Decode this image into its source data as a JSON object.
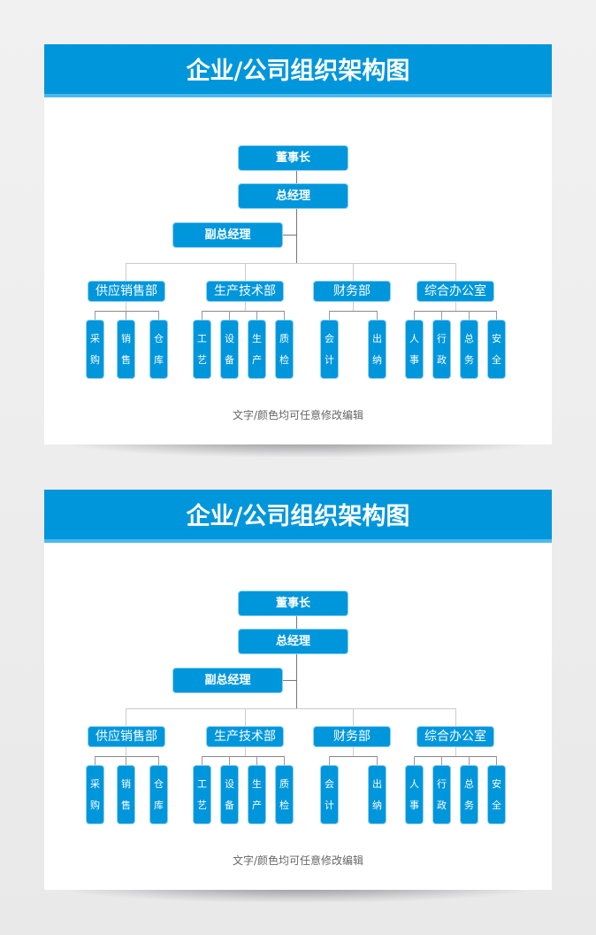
{
  "title": "企业/公司组织架构图",
  "chairman": "董事长",
  "gm": "总经理",
  "vgm": "副总经理",
  "departments": [
    {
      "name": "供应销售部",
      "units": [
        [
          "采",
          "购"
        ],
        [
          "销",
          "售"
        ],
        [
          "仓",
          "库"
        ]
      ]
    },
    {
      "name": "生产技术部",
      "units": [
        [
          "工",
          "艺"
        ],
        [
          "设",
          "备"
        ],
        [
          "生",
          "产"
        ],
        [
          "质",
          "检"
        ]
      ]
    },
    {
      "name": "财务部",
      "units": [
        [
          "会",
          "计"
        ],
        [
          "出",
          "纳"
        ]
      ]
    },
    {
      "name": "综合办公室",
      "units": [
        [
          "人",
          "事"
        ],
        [
          "行",
          "政"
        ],
        [
          "总",
          "务"
        ],
        [
          "安",
          "全"
        ]
      ]
    }
  ],
  "footer": "文字/颜色均可任意修改编辑",
  "colors": {
    "primary": "#0096dc",
    "header_stripe": "#4cb8ec"
  }
}
